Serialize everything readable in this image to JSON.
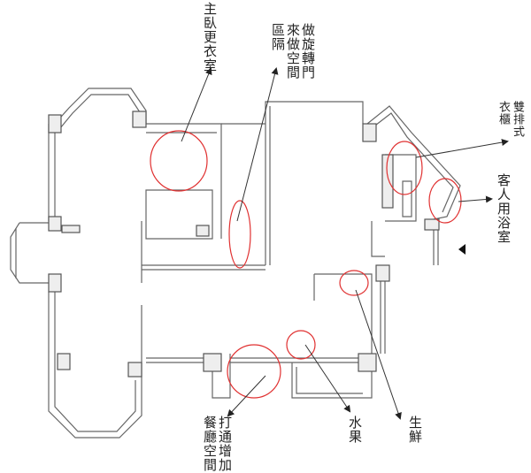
{
  "annotations": {
    "master_closet": "主臥更衣室",
    "revolving_door": "做旋轉門來做空間區隔",
    "double_wardrobe": "雙排式衣櫃",
    "guest_bathroom": "客人用浴室",
    "dining_expand": "打通增加餐廳空間",
    "fruit": "水果",
    "fresh": "生鮮"
  },
  "colors": {
    "wall": "#555555",
    "wall_fill": "#f4f4f4",
    "circle": "#e03030",
    "arrow": "#333333"
  }
}
